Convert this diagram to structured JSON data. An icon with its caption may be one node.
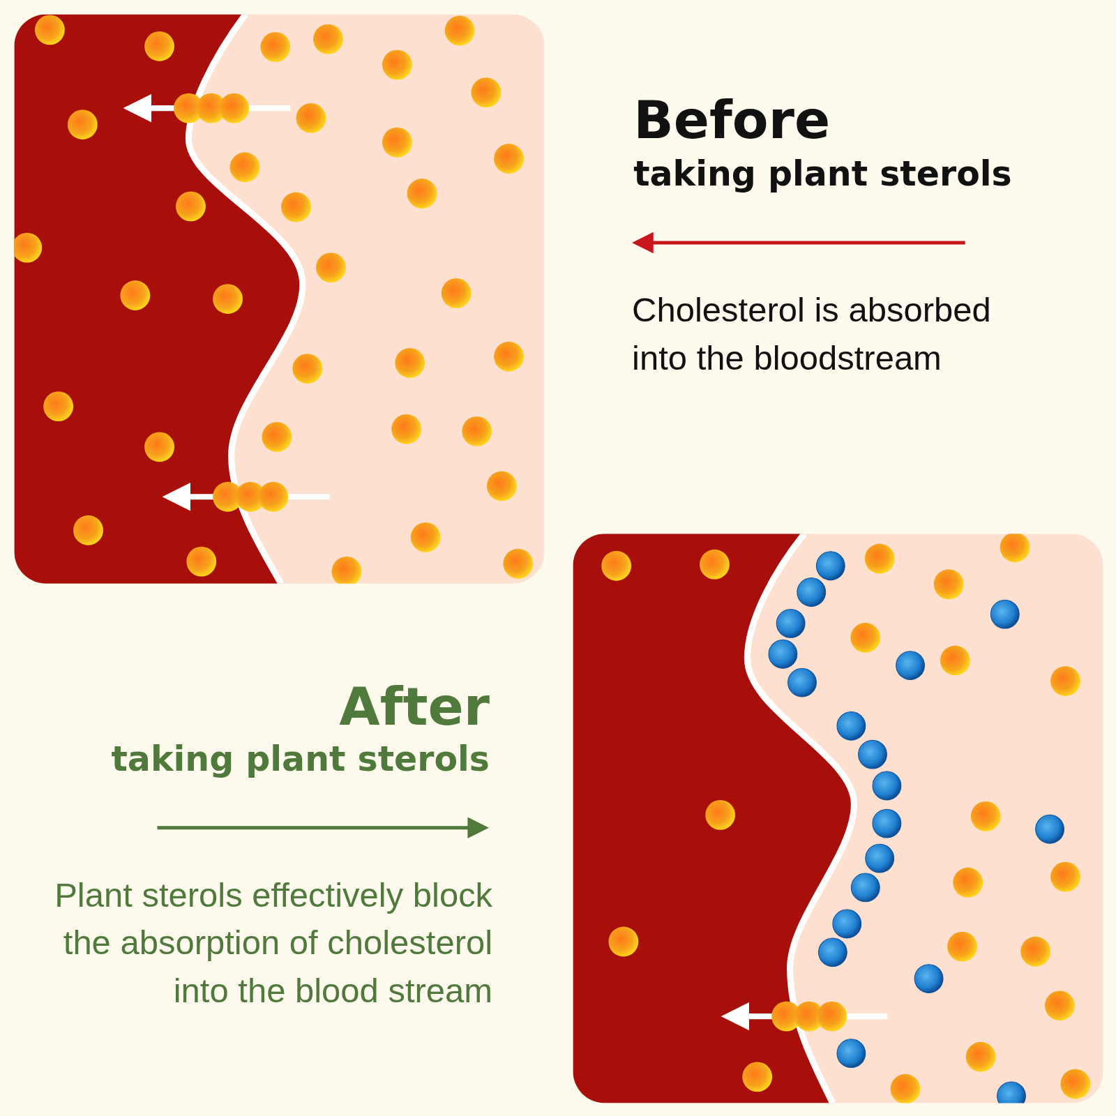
{
  "diagram": {
    "labels": [
      "Before",
      "taking plant sterols",
      "Cholesterol is absorbed into the bloodstream",
      "After",
      "taking plant sterols",
      "Plant sterols effectively block the absorption of cholesterol into the blood stream"
    ]
  }
}
